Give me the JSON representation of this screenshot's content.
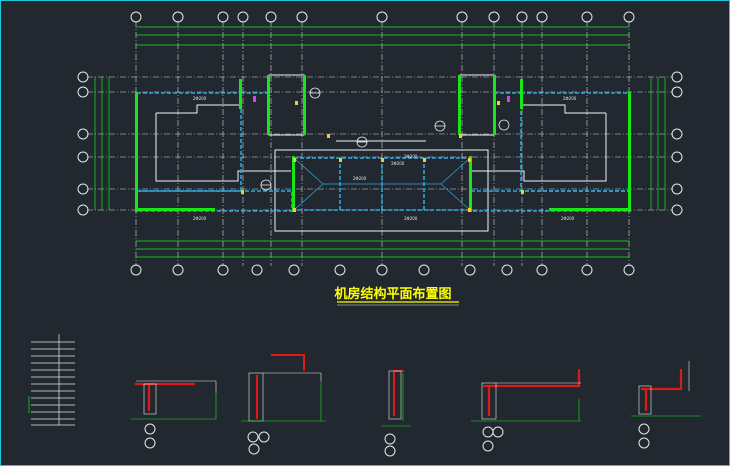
{
  "drawing": {
    "title": "机房结构平面布置图",
    "colors": {
      "background": "#212830",
      "axis": "#e8e8e8",
      "dimension": "#19e619",
      "beam": "#2aa9e0",
      "wall": "#ffffff",
      "title": "#ffff00",
      "section_red": "#e01818",
      "frame": "#22c8d8"
    },
    "beam_labels": {
      "top_left": "2Φ200",
      "top_right": "2Φ200",
      "bottom_left": "2Φ200",
      "bottom_right": "2Φ200",
      "center_top": "2Φ200",
      "center_mid": "2Φ200",
      "center_left": "2Φ200",
      "center_bottom": "2Φ200"
    }
  }
}
